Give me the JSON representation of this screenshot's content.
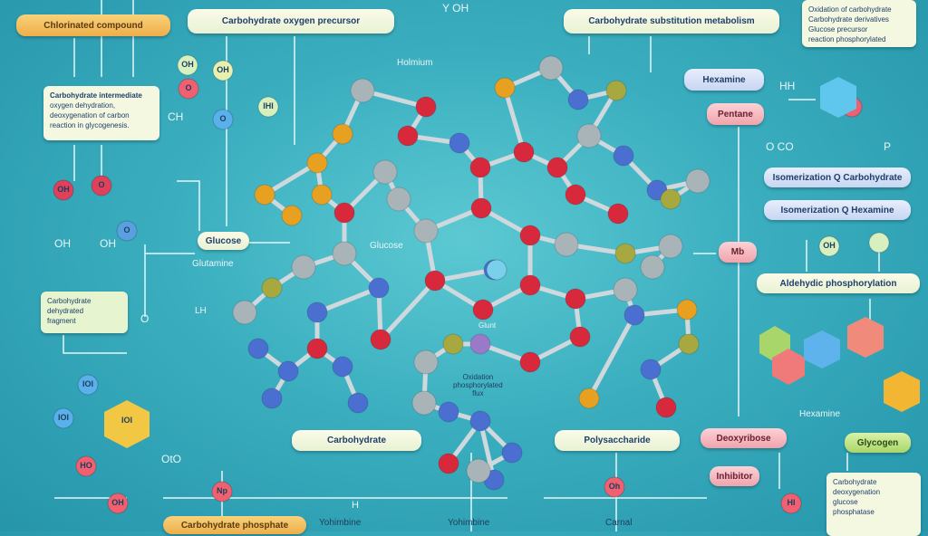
{
  "title_pills": {
    "top_left": "Chlorinated compound",
    "top_center": "Carbohydrate oxygen precursor",
    "top_right": "Carbohydrate substitution metabolism"
  },
  "notes": {
    "top_right": [
      "Oxidation of carbohydrate",
      "Carbohydrate derivatives",
      "Glucose precursor",
      "reaction phosphorylated"
    ],
    "left": [
      "Carbohydrate intermediate",
      "oxygen dehydration,",
      "deoxygenation of carbon",
      "reaction in glycogenesis."
    ],
    "left_lower": [
      "Carbohydrate",
      "dehydrated",
      "fragment"
    ],
    "bottom_right": [
      "Carbohydrate",
      "deoxygenation",
      "glucose",
      "phosphatase"
    ]
  },
  "pills": {
    "hexamine": "Hexamine",
    "pentane": "Pentane",
    "isomer1": "Isomerization Q Carbohydrate",
    "isomer2": "Isomerization Q Hexamine",
    "glucose": "Glucose",
    "mb": "Mb",
    "aldehydic": "Aldehydic phosphorylation",
    "carbohydrate": "Carbohydrate",
    "polysaccharide": "Polysaccharide",
    "deoxyribose": "Deoxyribose",
    "inhibitor": "Inhibitor",
    "glycogen": "Glycogen",
    "bottom": "Carbohydrate phosphate"
  },
  "labels": {
    "holmium": "Holmium",
    "glutamine": "Glutamine",
    "glucose_mid": "Glucose",
    "lh": "LH",
    "oxid": [
      "Oxidation",
      "phosphorylated",
      "flux"
    ],
    "glunt": "Glunt",
    "yohim1": "Yohimbine",
    "yohim2": "Yohimbine",
    "carnal": "Carnal",
    "hexamine_r": "Hexamine",
    "oh": "OH",
    "o": "O",
    "h": "H",
    "p": "P",
    "oco": "O  CO",
    "ch": "CH",
    "oto": "OtO",
    "yoh": "Y    OH",
    "hh": "HH",
    "oh2": "OH"
  },
  "atom_labels": [
    "OH",
    "O",
    "O",
    "OH",
    "OH",
    "O",
    "O",
    "IHI",
    "IOI",
    "IOI",
    "IOI",
    "HO",
    "OH",
    "Np",
    "Oh",
    "HI",
    "OH"
  ]
}
